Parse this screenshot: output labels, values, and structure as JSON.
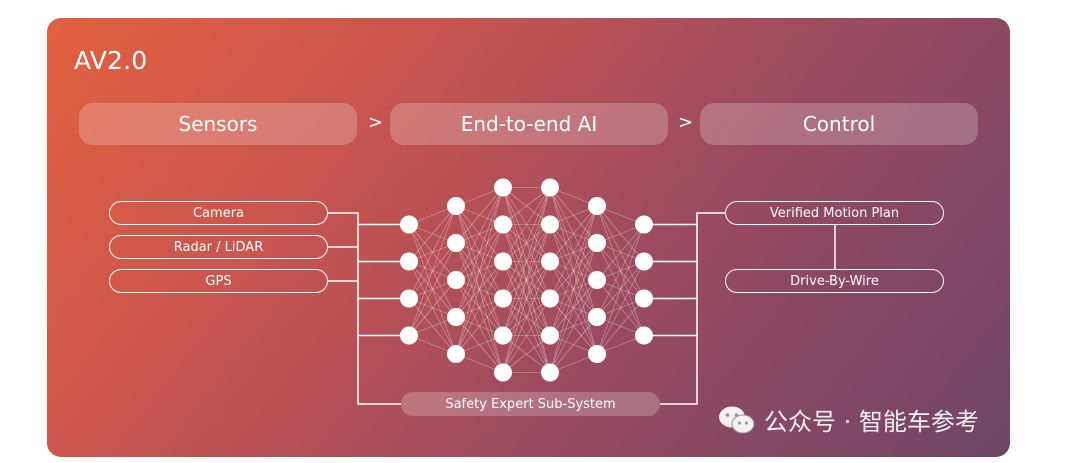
{
  "title": "AV2.0",
  "stages": [
    "Sensors",
    "End-to-end AI",
    "Control"
  ],
  "stage_separator": ">",
  "inputs": [
    "Camera",
    "Radar / LiDAR",
    "GPS"
  ],
  "outputs": [
    "Verified Motion Plan",
    "Drive-By-Wire"
  ],
  "safety_label": "Safety Expert Sub-System",
  "network_layer_sizes": [
    4,
    5,
    6,
    6,
    5,
    4
  ],
  "watermark": "公众号 · 智能车参考",
  "colors": {
    "gradient_start": "#e2603f",
    "gradient_end": "#6e4566",
    "foreground": "#ffffff"
  }
}
